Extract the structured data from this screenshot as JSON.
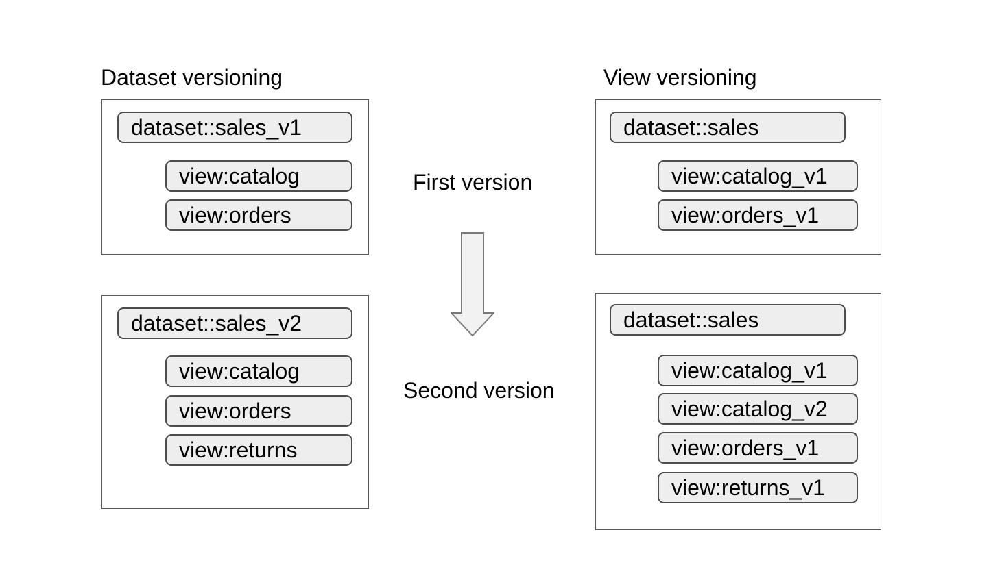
{
  "diagram": {
    "columns": {
      "left": {
        "title": "Dataset versioning",
        "first_panel": {
          "dataset": "dataset::sales_v1",
          "views": [
            "view:catalog",
            "view:orders"
          ]
        },
        "second_panel": {
          "dataset": "dataset::sales_v2",
          "views": [
            "view:catalog",
            "view:orders",
            "view:returns"
          ]
        }
      },
      "right": {
        "title": "View versioning",
        "first_panel": {
          "dataset": "dataset::sales",
          "views": [
            "view:catalog_v1",
            "view:orders_v1"
          ]
        },
        "second_panel": {
          "dataset": "dataset::sales",
          "views": [
            "view:catalog_v1",
            "view:catalog_v2",
            "view:orders_v1",
            "view:returns_v1"
          ]
        }
      }
    },
    "center": {
      "first_label": "First version",
      "second_label": "Second version",
      "arrow": "down-block-arrow"
    },
    "colors": {
      "background": "#ffffff",
      "text": "#000000",
      "panel_border": "#595959",
      "pill_fill": "#eeeeee",
      "pill_border": "#4d4d4d",
      "arrow_fill": "#f2f2f2",
      "arrow_stroke": "#7a7a7a"
    }
  }
}
